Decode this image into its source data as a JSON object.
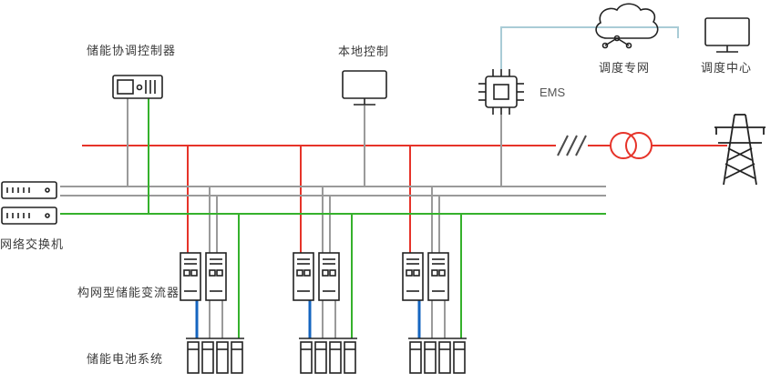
{
  "labels": {
    "coordinator": "储能协调控制器",
    "local_control": "本地控制",
    "ems": "EMS",
    "dispatch_network": "调度专网",
    "dispatch_center": "调度中心",
    "network_switch": "网络交换机",
    "converter": "构网型储能变流器",
    "battery": "储能电池系统"
  },
  "colors": {
    "power_red": "#e63329",
    "comm_gray": "#9a9a9a",
    "net_green": "#35b12c",
    "dc_blue": "#1565c0",
    "link_blue": "#a9ccd6",
    "slash_dark": "#4a4a4a",
    "icon_dark": "#222222"
  },
  "icons": [
    "coordinator-controller-icon",
    "local-control-monitor-icon",
    "ems-chip-icon",
    "cloud-icon",
    "network-nodes-icon",
    "dispatch-center-monitor-icon",
    "network-switch-icon",
    "converter-icon",
    "battery-rack-icon",
    "transformer-icon",
    "breaker-slashes-icon",
    "transmission-tower-icon"
  ]
}
